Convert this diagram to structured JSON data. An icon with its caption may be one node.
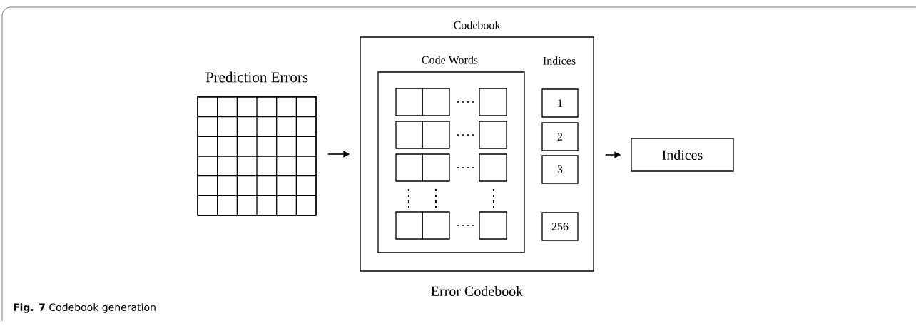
{
  "diagram": {
    "caption": "**Fig. 7** Codebook generation",
    "nodes": [
      {
        "text": [
          "Prediction Errors"
        ]
      },
      {
        "text": [
          "Codebook",
          "Error Codebook"
        ]
      },
      {
        "text": [
          "Code Words"
        ],
        "in": 1
      },
      {
        "text": [],
        "shape": "box",
        "in": 2
      },
      {
        "text": [],
        "shape": "box",
        "in": 2
      },
      {
        "text": [],
        "shape": "box",
        "in": 2
      },
      {
        "text": [],
        "shape": "box",
        "in": 2
      },
      {
        "text": [],
        "shape": "box",
        "in": 2
      },
      {
        "text": [],
        "shape": "box",
        "in": 2
      },
      {
        "text": [],
        "shape": "box",
        "in": 2
      },
      {
        "text": [],
        "shape": "box",
        "in": 2
      },
      {
        "text": [],
        "shape": "box",
        "in": 2
      },
      {
        "text": [],
        "shape": "box",
        "in": 2
      },
      {
        "text": [],
        "shape": "box",
        "in": 2
      },
      {
        "text": [],
        "shape": "box",
        "in": 2
      },
      {
        "text": [
          "1"
        ],
        "in": 1
      },
      {
        "text": [
          "2"
        ],
        "in": 1
      },
      {
        "text": [
          "3"
        ],
        "in": 1
      },
      {
        "text": [
          "256"
        ],
        "in": 1
      },
      {
        "text": [
          "Indices"
        ]
      }
    ],
    "edges": [
      {
        "from": 0,
        "to": 1,
        "arrow": "to"
      },
      {
        "from": 1,
        "to": 19,
        "arrow": "to"
      }
    ],
    "labels": [
      "Indices"
    ]
  }
}
